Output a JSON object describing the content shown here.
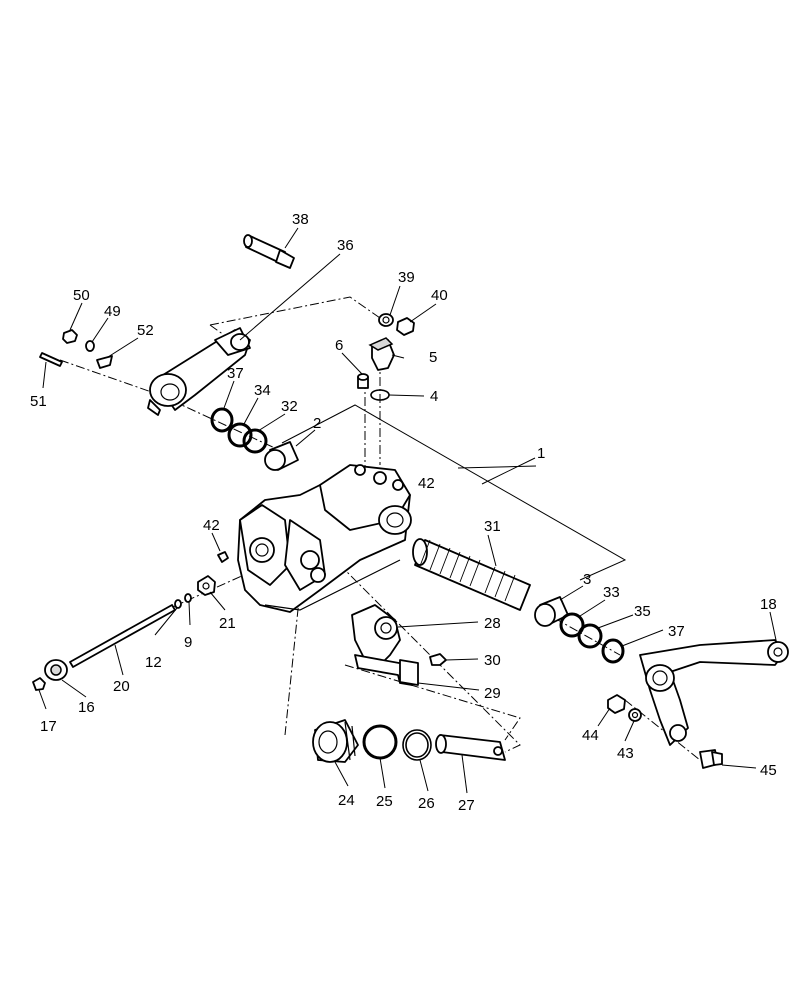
{
  "diagram": {
    "callouts": [
      {
        "id": "c38",
        "text": "38"
      },
      {
        "id": "c36",
        "text": "36"
      },
      {
        "id": "c39",
        "text": "39"
      },
      {
        "id": "c40",
        "text": "40"
      },
      {
        "id": "c50",
        "text": "50"
      },
      {
        "id": "c49",
        "text": "49"
      },
      {
        "id": "c52",
        "text": "52"
      },
      {
        "id": "c6",
        "text": "6"
      },
      {
        "id": "c5",
        "text": "5"
      },
      {
        "id": "c51",
        "text": "51"
      },
      {
        "id": "c37a",
        "text": "37"
      },
      {
        "id": "c34",
        "text": "34"
      },
      {
        "id": "c32",
        "text": "32"
      },
      {
        "id": "c4",
        "text": "4"
      },
      {
        "id": "c2",
        "text": "2"
      },
      {
        "id": "c1",
        "text": "1"
      },
      {
        "id": "c42a",
        "text": "42"
      },
      {
        "id": "c31",
        "text": "31"
      },
      {
        "id": "c42b",
        "text": "42"
      },
      {
        "id": "c3",
        "text": "3"
      },
      {
        "id": "c33",
        "text": "33"
      },
      {
        "id": "c35",
        "text": "35"
      },
      {
        "id": "c18",
        "text": "18"
      },
      {
        "id": "c37b",
        "text": "37"
      },
      {
        "id": "c28",
        "text": "28"
      },
      {
        "id": "c21",
        "text": "21"
      },
      {
        "id": "c9",
        "text": "9"
      },
      {
        "id": "c12",
        "text": "12"
      },
      {
        "id": "c30",
        "text": "30"
      },
      {
        "id": "c20",
        "text": "20"
      },
      {
        "id": "c29",
        "text": "29"
      },
      {
        "id": "c16",
        "text": "16"
      },
      {
        "id": "c17",
        "text": "17"
      },
      {
        "id": "c44",
        "text": "44"
      },
      {
        "id": "c43",
        "text": "43"
      },
      {
        "id": "c45",
        "text": "45"
      },
      {
        "id": "c24",
        "text": "24"
      },
      {
        "id": "c25",
        "text": "25"
      },
      {
        "id": "c26",
        "text": "26"
      },
      {
        "id": "c27",
        "text": "27"
      }
    ]
  }
}
